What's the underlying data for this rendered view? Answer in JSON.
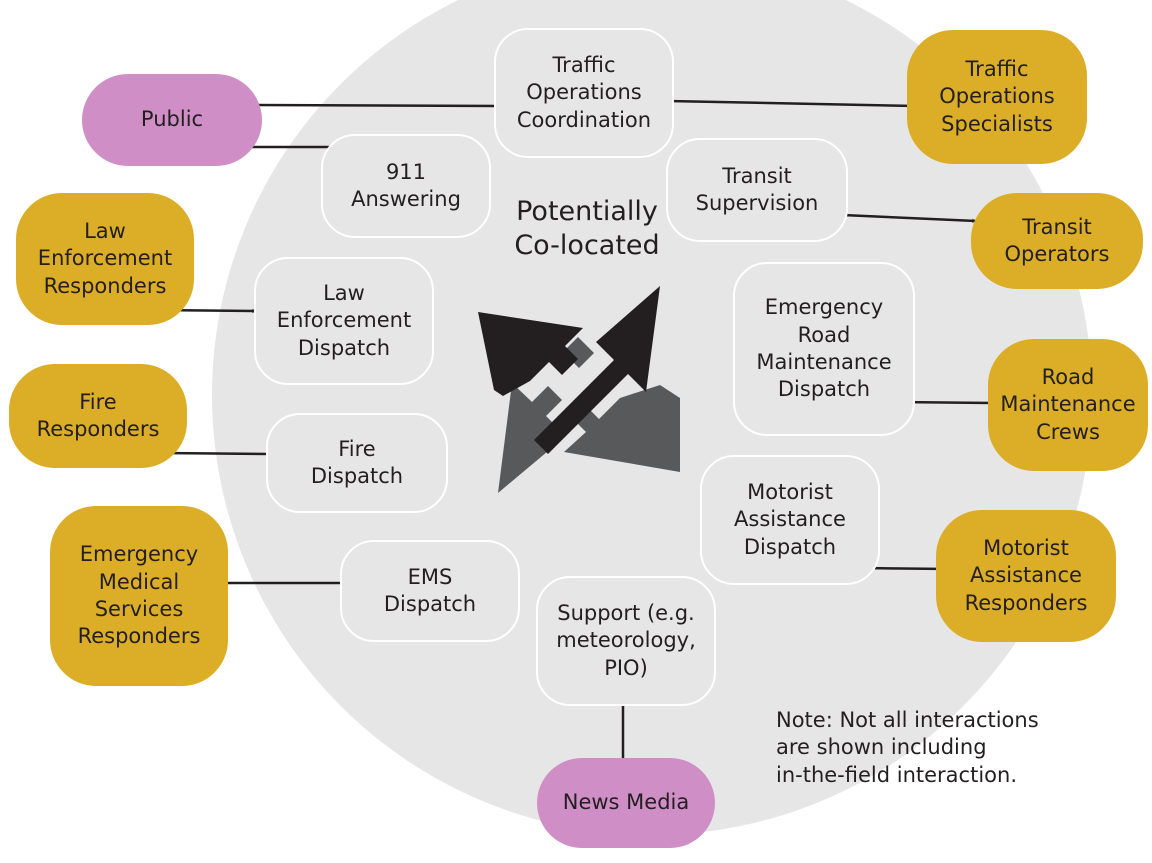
{
  "center_label": "Potentially\nCo-located",
  "note": "Note: Not all interactions\nare shown including\nin-the-field interaction.",
  "colors": {
    "circle": "#e6e6e7",
    "external": "#dcae27",
    "pink": "#cf8fc6",
    "arrow": "#231f20",
    "center_arrow_dark": "#231f20",
    "center_arrow_gray": "#58595b"
  },
  "inner_nodes": {
    "traffic_ops_coord": "Traffic\nOperations\nCoordination",
    "answering_911": "911\nAnswering",
    "transit_supervision": "Transit\nSupervision",
    "law_dispatch": "Law\nEnforcement\nDispatch",
    "road_maint_dispatch": "Emergency\nRoad\nMaintenance\nDispatch",
    "fire_dispatch": "Fire\nDispatch",
    "motorist_dispatch": "Motorist\nAssistance\nDispatch",
    "ems_dispatch": "EMS\nDispatch",
    "support": "Support (e.g.\nmeteorology,\nPIO)"
  },
  "external_nodes": {
    "public": "Public",
    "traffic_specialists": "Traffic\nOperations\nSpecialists",
    "transit_operators": "Transit\nOperators",
    "law_responders": "Law\nEnforcement\nResponders",
    "road_crews": "Road\nMaintenance\nCrews",
    "fire_responders": "Fire\nResponders",
    "motorist_responders": "Motorist\nAssistance\nResponders",
    "ems_responders": "Emergency\nMedical\nServices\nResponders",
    "news_media": "News Media"
  }
}
